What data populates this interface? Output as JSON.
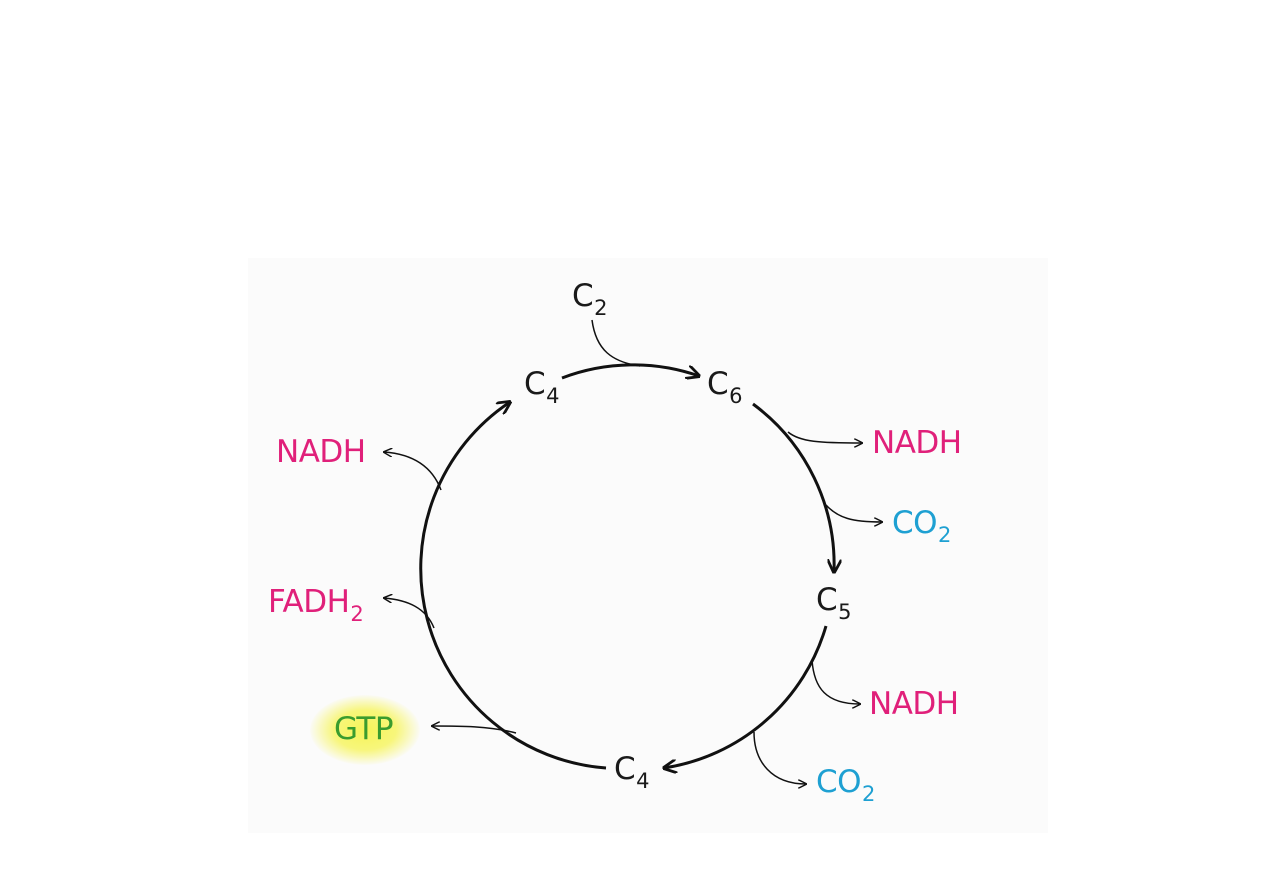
{
  "carbons": {
    "c2": {
      "base": "C",
      "sub": "2"
    },
    "c4_top": {
      "base": "C",
      "sub": "4"
    },
    "c6": {
      "base": "C",
      "sub": "6"
    },
    "c5": {
      "base": "C",
      "sub": "5"
    },
    "c4_bottom": {
      "base": "C",
      "sub": "4"
    }
  },
  "products": {
    "nadh_right_1": "NADH",
    "co2_1": {
      "base": "CO",
      "sub": "2"
    },
    "nadh_right_2": "NADH",
    "co2_2": {
      "base": "CO",
      "sub": "2"
    },
    "gtp": "GTP",
    "fadh2": {
      "base": "FADH",
      "sub": "2"
    },
    "nadh_left": "NADH"
  },
  "colors": {
    "carbon": "#1a1a1a",
    "energy_carrier": "#e0207a",
    "co2": "#1ea0d2",
    "gtp": "#3a9c2e",
    "gtp_highlight": "#f6f450"
  }
}
